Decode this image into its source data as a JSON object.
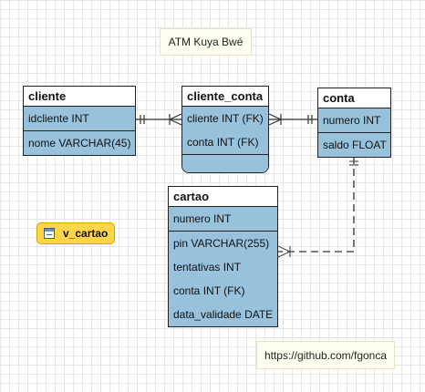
{
  "notes": {
    "title": "ATM Kuya Bwé",
    "link": "https://github.com/fgonca"
  },
  "tables": {
    "cliente": {
      "name": "cliente",
      "pk": [
        "idcliente INT"
      ],
      "cols": [
        "nome VARCHAR(45)"
      ]
    },
    "cliente_conta": {
      "name": "cliente_conta",
      "pk": [
        "cliente INT (FK)",
        "conta INT (FK)"
      ],
      "cols": []
    },
    "conta": {
      "name": "conta",
      "pk": [
        "numero INT"
      ],
      "cols": [
        "saldo FLOAT"
      ]
    },
    "cartao": {
      "name": "cartao",
      "pk": [
        "numero INT"
      ],
      "cols": [
        "pin VARCHAR(255)",
        "tentativas INT",
        "conta INT (FK)",
        "data_validade DATE"
      ]
    }
  },
  "views": [
    {
      "name": "v_cartao"
    }
  ],
  "relationships": [
    {
      "from": "cliente",
      "to": "cliente_conta",
      "style": "solid",
      "from_end": "one-and-only-one",
      "to_end": "one-or-many"
    },
    {
      "from": "conta",
      "to": "cliente_conta",
      "style": "solid",
      "from_end": "one-and-only-one",
      "to_end": "one-or-many"
    },
    {
      "from": "conta",
      "to": "cartao",
      "style": "dashed",
      "from_end": "one-and-only-one",
      "to_end": "one-or-many"
    }
  ]
}
